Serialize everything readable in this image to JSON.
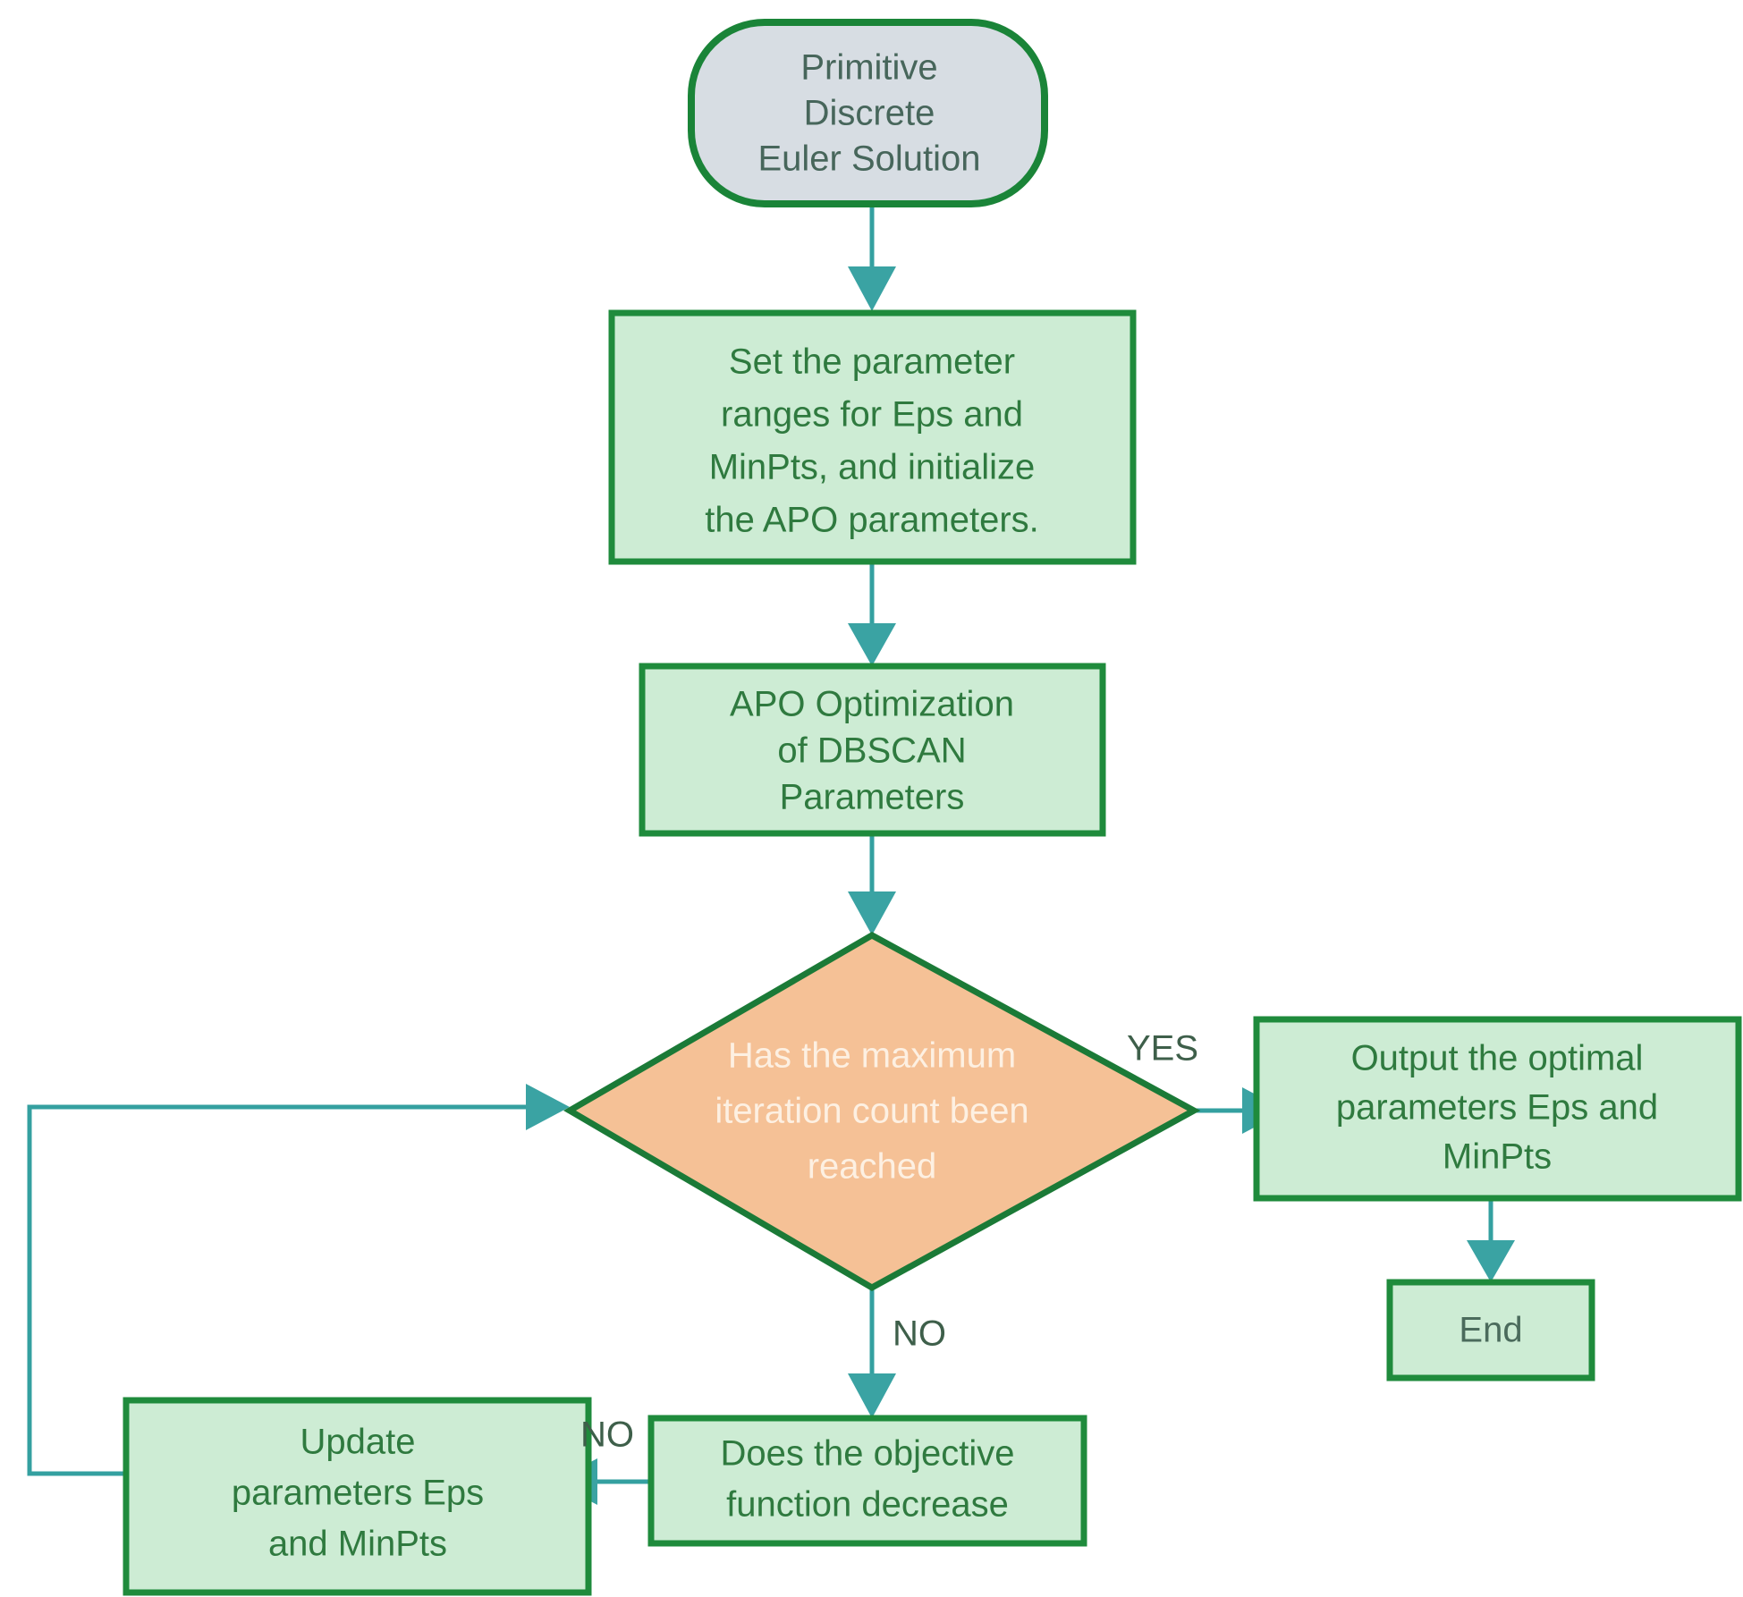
{
  "diagram": {
    "title": "APO-optimized DBSCAN parameter selection flowchart",
    "background_color": "#ffffff",
    "colors": {
      "process_fill": "#cdecd4",
      "process_border": "#1f8b3c",
      "start_fill": "#d7dde3",
      "start_border": "#1a8438",
      "decision_fill": "#f5c196",
      "decision_border": "#1b7a37",
      "connector": "#34a0a0",
      "text_dark": "#2f7a3f",
      "text_light": "#fdf0e2"
    },
    "nodes": [
      {
        "id": "start",
        "shape": "rounded-terminal",
        "lines": [
          "Primitive",
          "Discrete",
          "Euler Solution"
        ]
      },
      {
        "id": "set-params",
        "shape": "rectangle",
        "lines": [
          "Set the parameter",
          "ranges for Eps and",
          "MinPts, and initialize",
          "the APO parameters."
        ]
      },
      {
        "id": "apo-optimization",
        "shape": "rectangle",
        "lines": [
          "APO Optimization",
          "of DBSCAN",
          "Parameters"
        ]
      },
      {
        "id": "max-iteration-decision",
        "shape": "diamond",
        "lines": [
          "Has the maximum",
          "iteration count been",
          "reached"
        ]
      },
      {
        "id": "output-optimal",
        "shape": "rectangle",
        "lines": [
          "Output the optimal",
          "parameters Eps and",
          "MinPts"
        ]
      },
      {
        "id": "end",
        "shape": "rectangle",
        "lines": [
          "End"
        ]
      },
      {
        "id": "objective-decrease",
        "shape": "rectangle",
        "lines": [
          "Does the objective",
          "function decrease"
        ]
      },
      {
        "id": "update-params",
        "shape": "rectangle",
        "lines": [
          "Update",
          "parameters Eps",
          "and MinPts"
        ]
      }
    ],
    "edge_labels": {
      "yes_to_output": "YES",
      "no_to_objective": "NO",
      "no_to_update": "NO"
    }
  }
}
